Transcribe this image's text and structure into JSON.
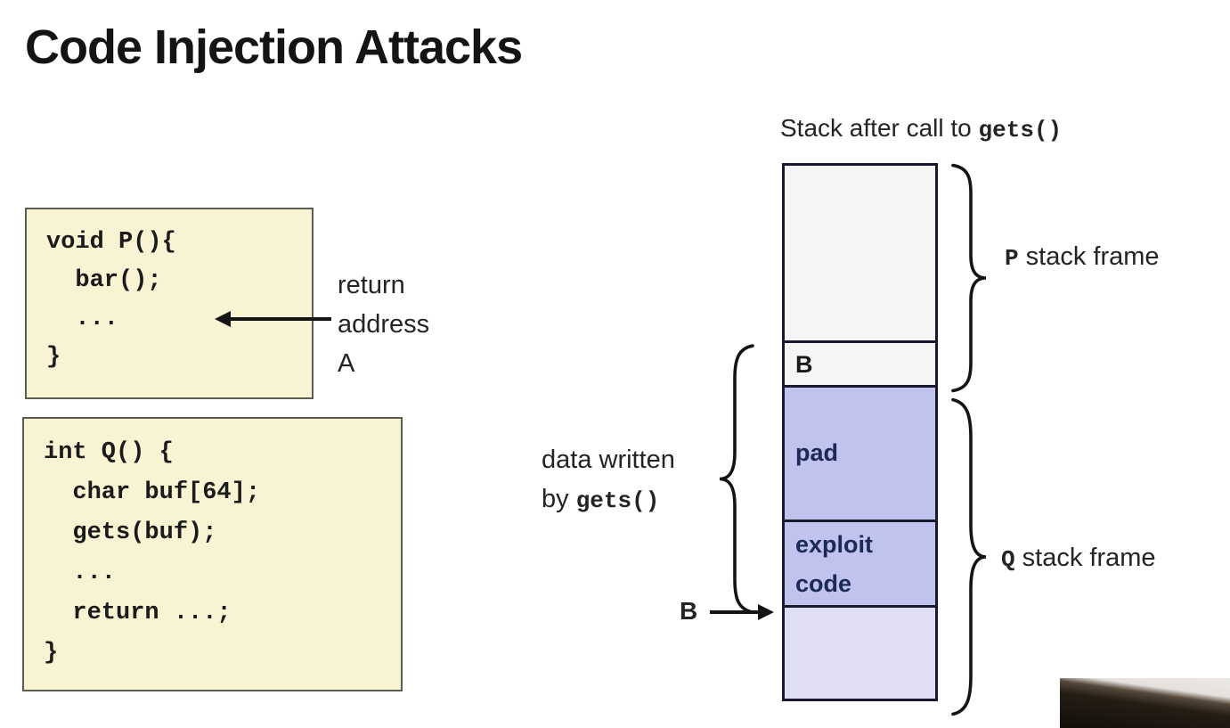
{
  "title": "Code Injection Attacks",
  "code_box_p": {
    "lines": [
      "void P(){",
      "  bar();",
      "  ...",
      "}"
    ]
  },
  "code_box_q": {
    "lines": [
      "int Q() {",
      "  char buf[64];",
      "  gets(buf);",
      "  ...",
      "  return ...;",
      "}"
    ]
  },
  "return_address_note": {
    "lines": [
      "return",
      "address",
      "A"
    ]
  },
  "stack_header": {
    "prefix": "Stack after call to ",
    "func": "gets()"
  },
  "stack_cells": {
    "top": "",
    "b": "B",
    "pad": "pad",
    "exploit": "exploit\ncode",
    "bottom": ""
  },
  "frame_labels": {
    "p": {
      "func": "P",
      "text": " stack frame"
    },
    "q": {
      "func": "Q",
      "text": " stack frame"
    }
  },
  "data_written_note": {
    "line1": "data written",
    "line2_prefix": "by ",
    "func": "gets()"
  },
  "b_pointer": "B",
  "colors": {
    "code_box_bg": "#f8f3d2",
    "code_box_border": "#5c5c50",
    "stack_gray": "#f6f5f5",
    "stack_purple": "#c0c3ee",
    "stack_lavender": "#dfdef3",
    "stack_border": "#18182f",
    "navy_text": "#1b2a57"
  }
}
